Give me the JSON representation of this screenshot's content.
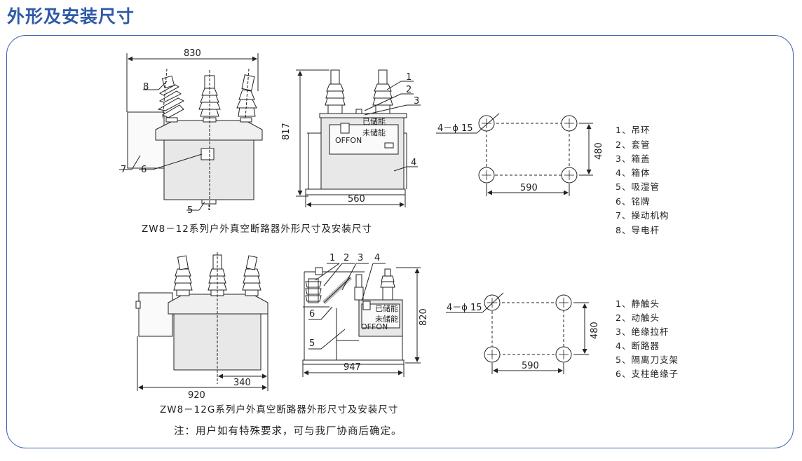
{
  "page_title": "外形及安装尺寸",
  "drawing1": {
    "dim_width": "830",
    "dim_height": "817",
    "dim_base": "560",
    "plate_line1": "已储能",
    "plate_line2": "未储能",
    "plate_offon": "OFFON",
    "callouts_front": [
      "8",
      "7",
      "6",
      "5"
    ],
    "callouts_side": [
      "1",
      "2",
      "3",
      "4"
    ],
    "caption": "ZW8－12系列户外真空断路器外形尺寸及安装尺寸"
  },
  "holes1": {
    "hole_label": "4－ϕ 15",
    "dim_h": "590",
    "dim_v": "480"
  },
  "legend1": [
    "1、吊环",
    "2、套管",
    "3、箱盖",
    "4、箱体",
    "5、吸湿管",
    "6、铭牌",
    "7、操动机构",
    "8、导电杆"
  ],
  "drawing2": {
    "dim_width": "920",
    "dim_partial": "340",
    "dim_height": "820",
    "dim_base": "947",
    "plate_line1": "已储能",
    "plate_line2": "未储能",
    "plate_offon": "OFFON",
    "callouts_side": [
      "1",
      "2",
      "3",
      "4",
      "6",
      "5"
    ],
    "caption": "ZW8－12G系列户外真空断路器外形尺寸及安装尺寸"
  },
  "holes2": {
    "hole_label": "4－ϕ 15",
    "dim_h": "590",
    "dim_v": "480"
  },
  "legend2": [
    "1、静触头",
    "2、动触头",
    "3、绝缘拉杆",
    "4、断路器",
    "5、隔离刀支架",
    "6、支柱绝缘子"
  ],
  "note": "注：用户如有特殊要求，可与我厂协商后确定。",
  "colors": {
    "title": "#2f5aa8",
    "frame": "#3a5fa8",
    "body_fill": "#e8e8e8",
    "line": "#222222"
  }
}
